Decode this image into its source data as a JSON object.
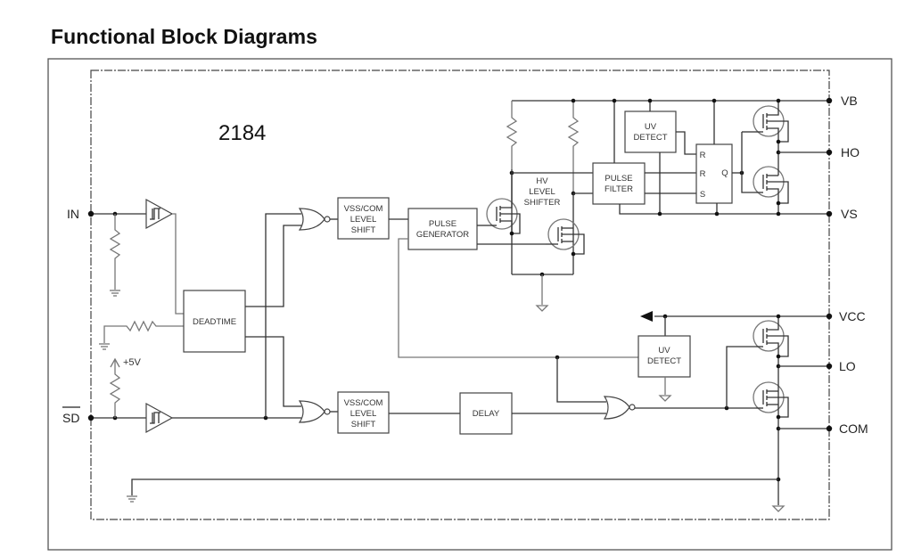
{
  "title": "Functional Block Diagrams",
  "part_number": "2184",
  "pins": {
    "in": "IN",
    "sd": "SD",
    "vb": "VB",
    "ho": "HO",
    "vs": "VS",
    "vcc": "VCC",
    "lo": "LO",
    "com": "COM"
  },
  "supply_label": "+5V",
  "blocks": {
    "deadtime": "DEADTIME",
    "level_shift_high": [
      "VSS/COM",
      "LEVEL",
      "SHIFT"
    ],
    "level_shift_low": [
      "VSS/COM",
      "LEVEL",
      "SHIFT"
    ],
    "pulse_generator": [
      "PULSE",
      "GENERATOR"
    ],
    "hv_level_shifter": [
      "HV",
      "LEVEL",
      "SHIFTER"
    ],
    "pulse_filter": [
      "PULSE",
      "FILTER"
    ],
    "uv_detect_high": [
      "UV",
      "DETECT"
    ],
    "uv_detect_low": [
      "UV",
      "DETECT"
    ],
    "delay": "DELAY",
    "latch": {
      "r1": "R",
      "r2": "R",
      "s": "S",
      "q": "Q"
    }
  },
  "colors": {
    "wire": "#333333",
    "frame": "#555555",
    "text": "#222222"
  }
}
